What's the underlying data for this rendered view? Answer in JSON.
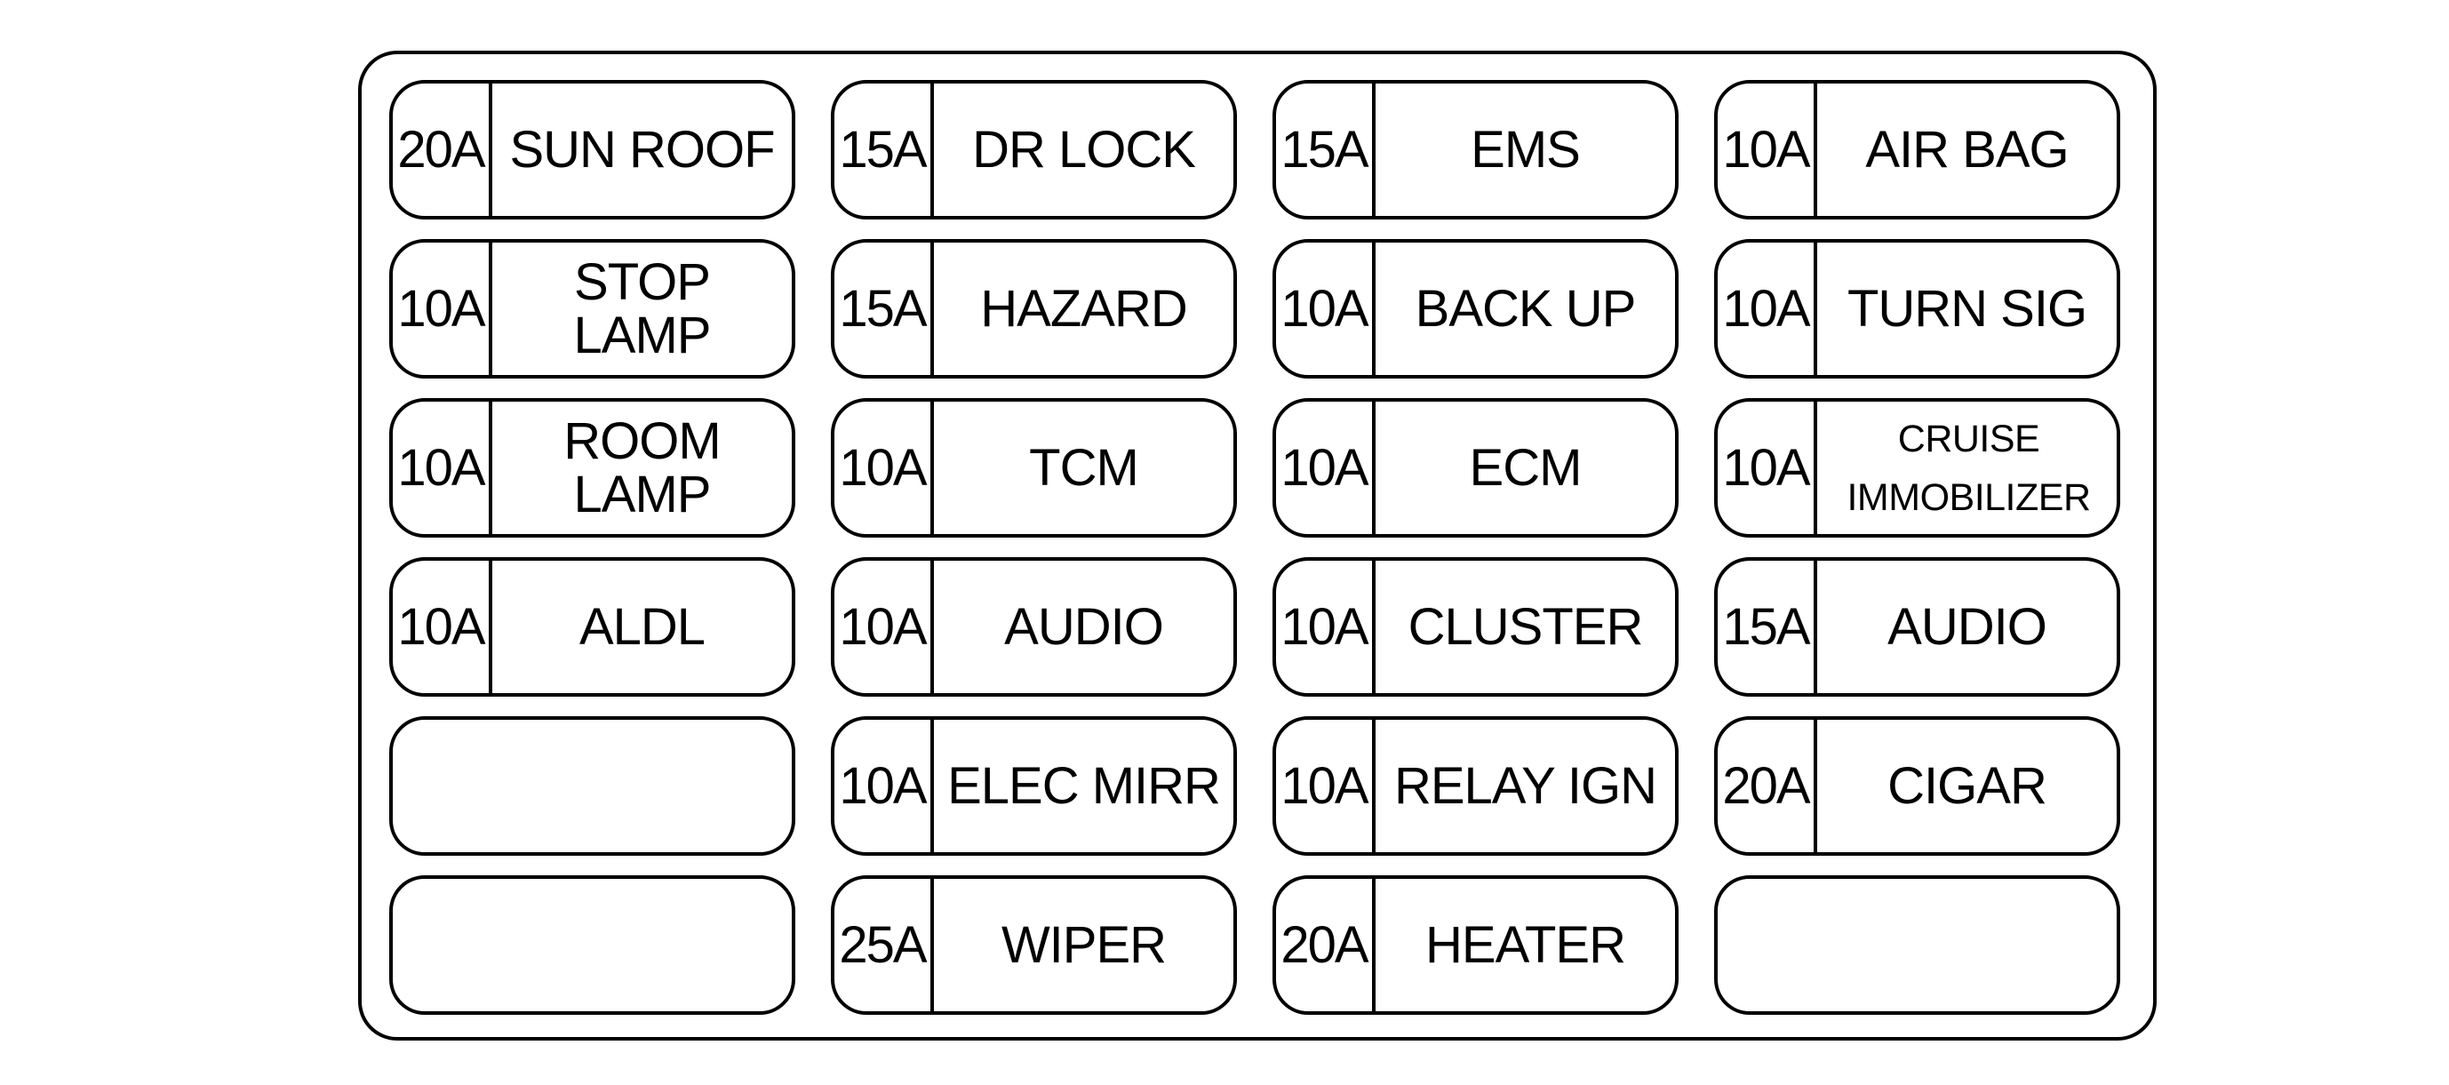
{
  "fuses": [
    {
      "amp": "20A",
      "label": "SUN ROOF"
    },
    {
      "amp": "15A",
      "label": "DR LOCK"
    },
    {
      "amp": "15A",
      "label": "EMS"
    },
    {
      "amp": "10A",
      "label": "AIR BAG"
    },
    {
      "amp": "10A",
      "label": "STOP\nLAMP"
    },
    {
      "amp": "15A",
      "label": "HAZARD"
    },
    {
      "amp": "10A",
      "label": "BACK UP"
    },
    {
      "amp": "10A",
      "label": "TURN SIG"
    },
    {
      "amp": "10A",
      "label": "ROOM\nLAMP"
    },
    {
      "amp": "10A",
      "label": "TCM"
    },
    {
      "amp": "10A",
      "label": "ECM"
    },
    {
      "amp": "10A",
      "label": "CRUISE\nIMMOBILIZER"
    },
    {
      "amp": "10A",
      "label": "ALDL"
    },
    {
      "amp": "10A",
      "label": "AUDIO"
    },
    {
      "amp": "10A",
      "label": "CLUSTER"
    },
    {
      "amp": "15A",
      "label": "AUDIO"
    },
    {
      "amp": "",
      "label": ""
    },
    {
      "amp": "10A",
      "label": "ELEC MIRR"
    },
    {
      "amp": "10A",
      "label": "RELAY IGN"
    },
    {
      "amp": "20A",
      "label": "CIGAR"
    },
    {
      "amp": "",
      "label": ""
    },
    {
      "amp": "25A",
      "label": "WIPER"
    },
    {
      "amp": "20A",
      "label": "HEATER"
    },
    {
      "amp": "",
      "label": ""
    }
  ]
}
